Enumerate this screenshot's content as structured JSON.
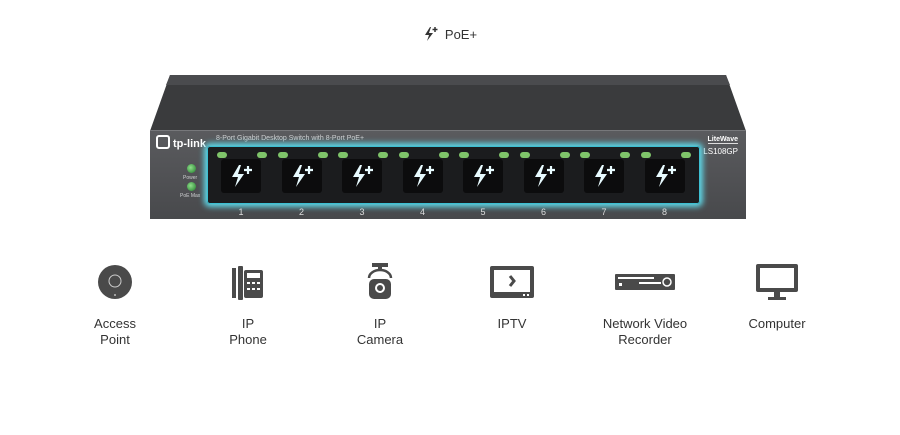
{
  "header": {
    "label": "PoE+",
    "icon": "lightning-plus-icon"
  },
  "switch": {
    "brand": "tp-link",
    "description": "8-Port Gigabit Desktop Switch with 8-Port PoE+",
    "series": "LiteWave",
    "model": "LS108GP",
    "leds": [
      "Power",
      "PoE Max"
    ],
    "ports": [
      "1",
      "2",
      "3",
      "4",
      "5",
      "6",
      "7",
      "8"
    ],
    "glow_color": "#5fd6e6"
  },
  "devices": [
    {
      "line1": "Access",
      "line2": "Point",
      "icon": "access-point-icon"
    },
    {
      "line1": "IP",
      "line2": "Phone",
      "icon": "ip-phone-icon"
    },
    {
      "line1": "IP",
      "line2": "Camera",
      "icon": "ip-camera-icon"
    },
    {
      "line1": "IPTV",
      "line2": "",
      "icon": "tv-icon"
    },
    {
      "line1": "Network Video",
      "line2": "Recorder",
      "icon": "nvr-icon"
    },
    {
      "line1": "Computer",
      "line2": "",
      "icon": "computer-icon"
    }
  ]
}
